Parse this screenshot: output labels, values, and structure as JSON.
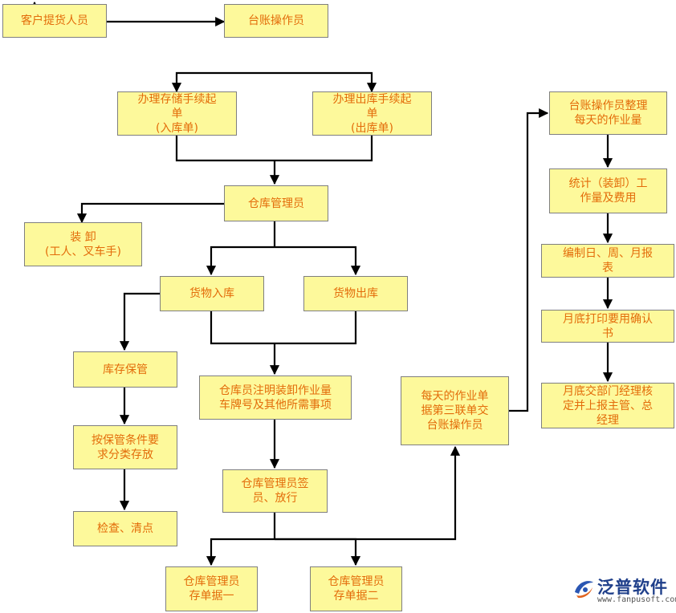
{
  "nodes": {
    "customer": "客户提货人员",
    "ledger_operator_top": "台账操作员",
    "storage_order": "办理存储手续起\n单\n(入库单)",
    "outbound_order": "办理出库手续起\n单\n(出库单)",
    "warehouse_manager": "仓库管理员",
    "loading": "装 卸\n(工人、叉车手)",
    "goods_in": "货物入库",
    "goods_out": "货物出库",
    "inventory_keeping": "库存保管",
    "note_workload": "仓库员注明装卸作业量\n车牌号及其他所需事项",
    "classified_storage": "按保管条件要\n求分类存放",
    "manager_sign": "仓库管理员签\n员、放行",
    "inspect_count": "检查、清点",
    "stub_one": "仓库管理员\n存单据一",
    "stub_two": "仓库管理员\n存单据二",
    "daily_third_copy": "每天的作业单\n据第三联单交\n台账操作员",
    "operator_daily": "台账操作员整理\n每天的作业量",
    "stats_cost": "统计（装卸）工\n作量及费用",
    "compile_reports": "编制日、周、月报\n表",
    "monthly_print": "月底打印要用确认\n书",
    "monthly_submit": "月底交部门经理核\n定并上报主管、总\n经理"
  },
  "logo": {
    "brand": "泛普软件",
    "url": "www.fanpusoft.com"
  },
  "colors": {
    "node_fill": "#fdf99b",
    "node_border": "#7f7f7f",
    "node_text": "#e36c0a",
    "edge": "#000000",
    "brand": "#1f3f8a"
  }
}
